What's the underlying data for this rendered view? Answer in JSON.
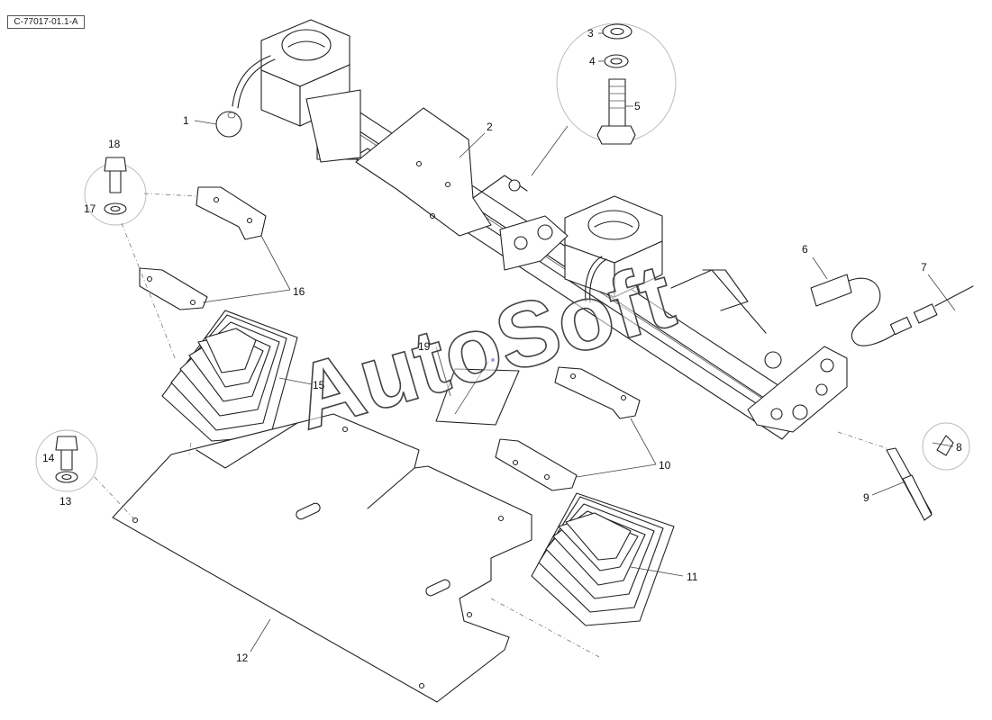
{
  "drawing_code": "C-77017-01.1-A",
  "watermark": "AutoSoft",
  "callouts": {
    "c1": "1",
    "c2": "2",
    "c3": "3",
    "c4": "4",
    "c5": "5",
    "c6": "6",
    "c7": "7",
    "c8": "8",
    "c9": "9",
    "c10": "10",
    "c11": "11",
    "c12": "12",
    "c13": "13",
    "c14": "14",
    "c15": "15",
    "c16": "16",
    "c17": "17",
    "c18": "18",
    "c19": "19"
  }
}
